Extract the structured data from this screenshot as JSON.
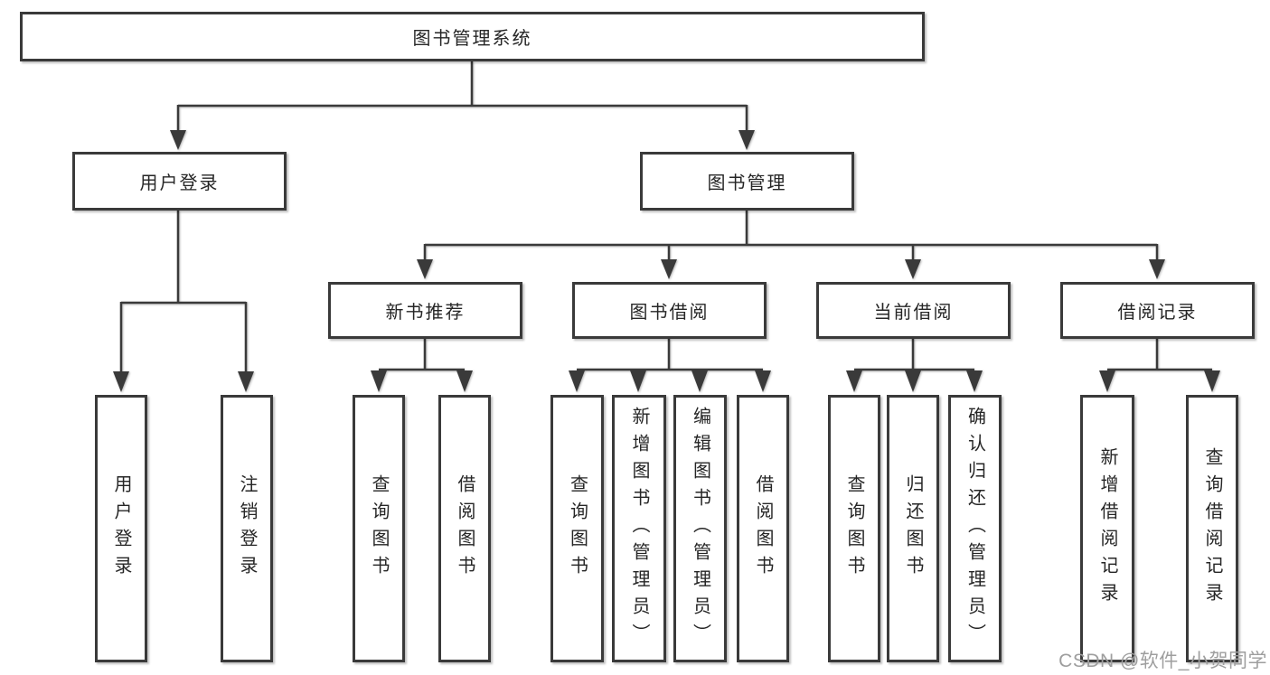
{
  "title": {
    "label": "图书管理系统"
  },
  "level2": {
    "user_login": {
      "label": "用户登录"
    },
    "book_management": {
      "label": "图书管理"
    }
  },
  "level3": {
    "new_book_recommend": {
      "label": "新书推荐"
    },
    "book_borrow": {
      "label": "图书借阅"
    },
    "current_borrow": {
      "label": "当前借阅"
    },
    "borrow_record": {
      "label": "借阅记录"
    }
  },
  "leaves": {
    "login": {
      "label": "用户登录"
    },
    "logout": {
      "label": "注销登录"
    },
    "rec_query_book": {
      "label": "查询图书"
    },
    "rec_borrow_book": {
      "label": "借阅图书"
    },
    "bb_query_book": {
      "label": "查询图书"
    },
    "bb_add_book": {
      "label": "新增图书（管理员）"
    },
    "bb_edit_book": {
      "label": "编辑图书（管理员）"
    },
    "bb_borrow_book": {
      "label": "借阅图书"
    },
    "cb_query_book": {
      "label": "查询图书"
    },
    "cb_return_book": {
      "label": "归还图书"
    },
    "cb_confirm_return": {
      "label": "确认归还（管理员）"
    },
    "br_add_record": {
      "label": "新增借阅记录"
    },
    "br_query_record": {
      "label": "查询借阅记录"
    }
  },
  "watermark": {
    "text": "CSDN @软件_小贺同学"
  },
  "colors": {
    "line": "#3a3a3a",
    "box_border": "#3a3a3a",
    "box_fill": "#ffffff",
    "text": "#262626",
    "watermark": "#9e9e9e",
    "background": "#ffffff"
  }
}
